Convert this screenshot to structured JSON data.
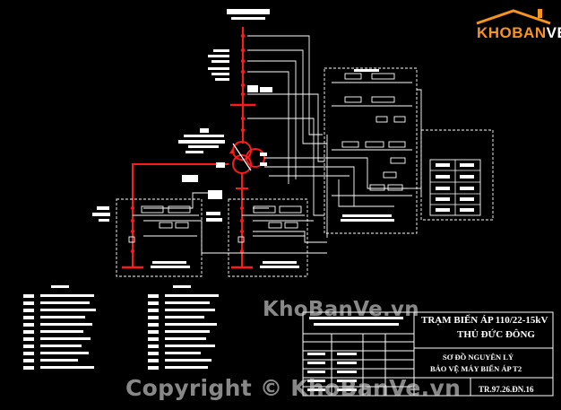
{
  "logo": {
    "text_primary": "KHOBAN",
    "text_accent": "VE",
    "colors": {
      "primary": "#f7941d",
      "accent": "#ffffff"
    }
  },
  "watermarks": {
    "main": "KhoBanVe.vn",
    "copyright": "Copyright © KhoBanVe.vn"
  },
  "title_block": {
    "title_line1": "TRẠM BIẾN ÁP 110/22-15kV",
    "title_line2": "THỦ ĐỨC ĐÔNG",
    "subtitle_line1": "SƠ ĐỒ NGUYÊN LÝ",
    "subtitle_line2": "BẢO VỆ MÁY BIẾN ÁP T2",
    "drawing_code": "TR.97.26.ĐN.16"
  },
  "colors": {
    "background": "#000000",
    "busbar": "#ff1a1a",
    "wiring": "#ffffff",
    "dashed_frame": "#ffffff",
    "logo_orange": "#f7941d"
  }
}
